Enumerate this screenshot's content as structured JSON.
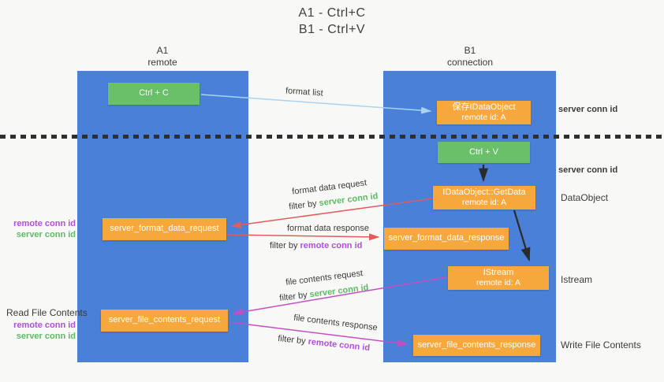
{
  "title": {
    "line1": "A1 - Ctrl+C",
    "line2": "B1 - Ctrl+V"
  },
  "columns": {
    "left": {
      "name": "A1",
      "subtitle": "remote"
    },
    "right": {
      "name": "B1",
      "subtitle": "connection"
    }
  },
  "boxes": {
    "ctrl_c": {
      "label": "Ctrl + C"
    },
    "ctrl_v": {
      "label": "Ctrl + V"
    },
    "save_idataobject": {
      "line1": "保存IDataObject",
      "line2": "remote id: A"
    },
    "getdata": {
      "line1": "IDataObject::GetData",
      "line2": "remote id: A"
    },
    "istream": {
      "line1": "IStream",
      "line2": "remote id: A"
    },
    "format_request": {
      "label": "server_format_data_request"
    },
    "format_response": {
      "label": "server_format_data_response"
    },
    "file_request": {
      "label": "server_file_contents_request"
    },
    "file_response": {
      "label": "server_file_contents_response"
    }
  },
  "arrows": {
    "format_list": {
      "label": "format list"
    },
    "format_data_request": {
      "label": "format data request",
      "filter_prefix": "filter by ",
      "filter_key": "server conn id"
    },
    "format_data_response": {
      "label": "format data response",
      "filter_prefix": "filter by ",
      "filter_key": "remote conn id"
    },
    "file_contents_request": {
      "label": "file contents request",
      "filter_prefix": "filter by ",
      "filter_key": "server conn id"
    },
    "file_contents_response": {
      "label": "file contents response",
      "filter_prefix": "filter by ",
      "filter_key": "remote conn id"
    }
  },
  "side_labels": {
    "right_server_conn_id_1": "server conn id",
    "right_server_conn_id_2": "server conn id",
    "dataobject": "DataObject",
    "istream": "Istream",
    "write_file_contents": "Write File Contents",
    "left_remote_conn_id_1": "remote conn id",
    "left_server_conn_id_1": "server conn id",
    "read_file_contents": "Read File Contents",
    "left_remote_conn_id_2": "remote conn id",
    "left_server_conn_id_2": "server conn id"
  },
  "colors": {
    "column_blue": "#4a80d8",
    "box_green": "#6abf69",
    "box_orange": "#f7a83d",
    "arrow_red": "#e45b5b",
    "arrow_magenta": "#c34fc3",
    "arrow_light_blue": "#a9d3f2",
    "arrow_black": "#2b2b2b",
    "text_green": "#5cba63",
    "text_purple": "#b04fd8",
    "text_dark": "#3b3b3b"
  }
}
